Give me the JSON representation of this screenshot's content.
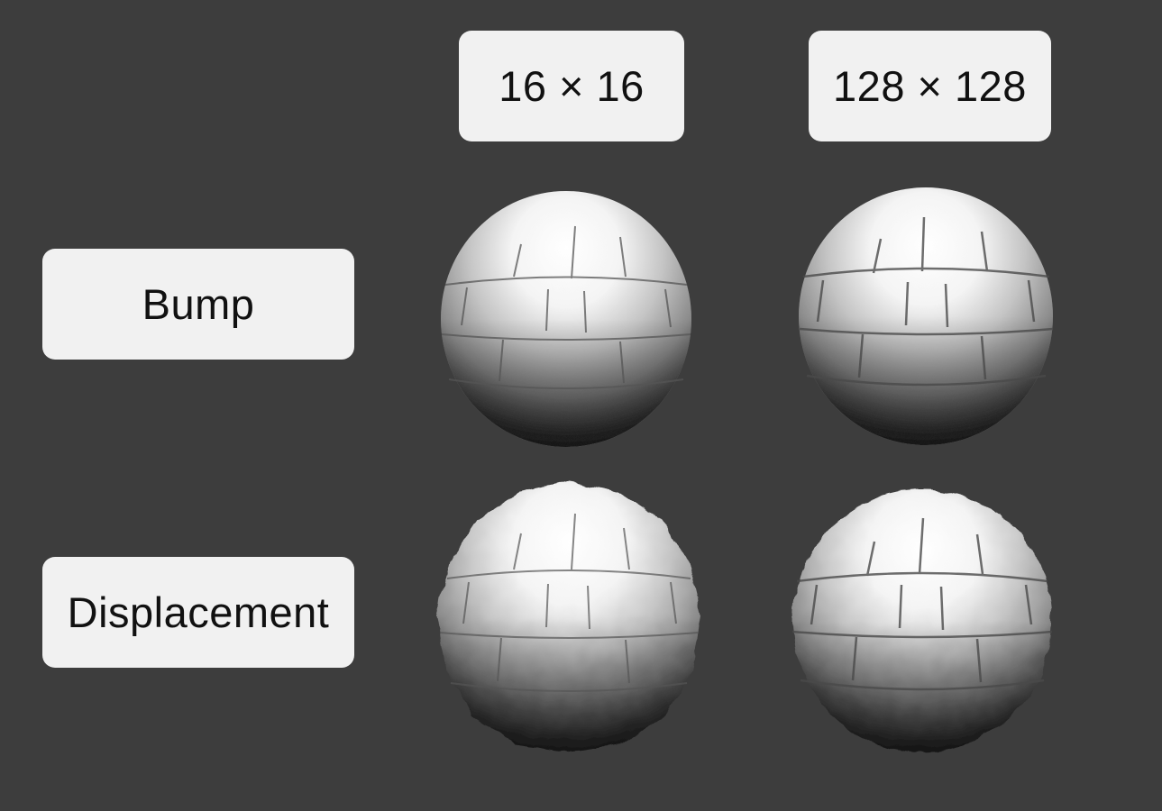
{
  "columns": [
    {
      "label": "16 × 16"
    },
    {
      "label": "128 × 128"
    }
  ],
  "rows": [
    {
      "label": "Bump"
    },
    {
      "label": "Displacement"
    }
  ],
  "spheres": [
    {
      "row": "Bump",
      "column": "16 × 16",
      "icon": "bump-sphere-16"
    },
    {
      "row": "Bump",
      "column": "128 × 128",
      "icon": "bump-sphere-128"
    },
    {
      "row": "Displacement",
      "column": "16 × 16",
      "icon": "displacement-sphere-16"
    },
    {
      "row": "Displacement",
      "column": "128 × 128",
      "icon": "displacement-sphere-128"
    }
  ],
  "colors": {
    "background": "#3d3d3d",
    "label_background": "#f1f1f1",
    "label_text": "#111111"
  }
}
